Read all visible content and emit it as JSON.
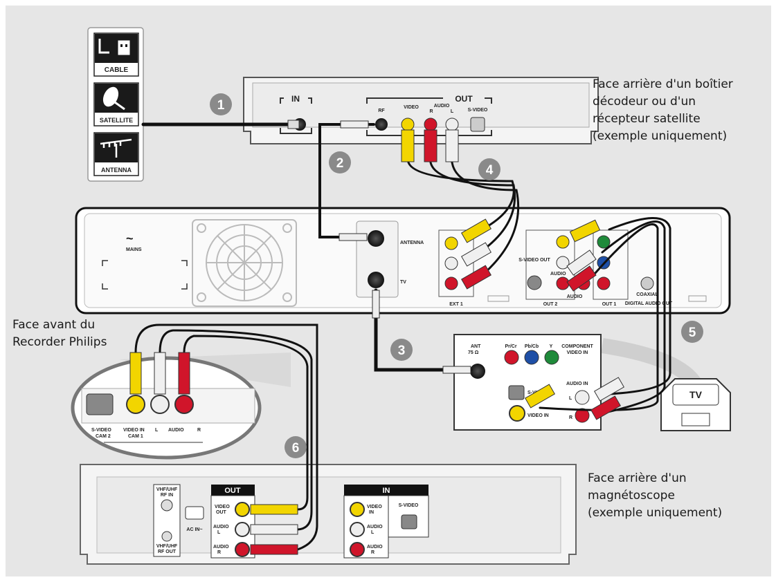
{
  "sources": {
    "cable": "CABLE",
    "satellite": "SATELLITE",
    "antenna": "ANTENNA"
  },
  "decoder": {
    "in_label": "IN",
    "out_label": "OUT",
    "rf": "RF",
    "video": "VIDEO",
    "audio": "AUDIO",
    "r": "R",
    "l": "L",
    "svideo": "S-VIDEO",
    "caption": [
      "Face arrière d'un boîtier",
      "décodeur ou d'un",
      "récepteur satellite",
      "(exemple uniquement)"
    ]
  },
  "recorder": {
    "mains": "MAINS",
    "mains_symbol": "~",
    "antenna": "ANTENNA",
    "tv": "TV",
    "exta1": "EXT 1",
    "out2": "OUT 2",
    "out1": "OUT 1",
    "audio": "AUDIO",
    "audio_out": "AUDIO",
    "svideo": "S-VIDEO OUT",
    "coaxial": "COAXIAL",
    "digital_audio_out": "DIGITAL AUDIO OUT",
    "front_caption": [
      "Face avant du",
      "Recorder Philips"
    ],
    "front_svideo": "S-VIDEO",
    "front_cam2": "CAM 2",
    "front_video_in": "VIDEO IN",
    "front_cam1": "CAM 1",
    "front_l": "L",
    "front_audio": "AUDIO",
    "front_r": "R"
  },
  "tv_panel": {
    "ant": "ANT",
    "ant_ohm": "75 Ω",
    "pr": "Pr/Cr",
    "pb": "Pb/Cb",
    "y": "Y",
    "component": "COMPONENT",
    "component2": "VIDEO IN",
    "svideo": "S-VIDEO",
    "audio_in": "AUDIO IN",
    "l": "L",
    "r": "R",
    "video_in": "VIDEO IN",
    "tv_label": "TV"
  },
  "vcr": {
    "vhf_in": "VHF/UHF",
    "rf_in": "RF IN",
    "vhf_out": "VHF/UHF",
    "rf_out": "RF OUT",
    "ac_in": "AC IN~",
    "out": "OUT",
    "in": "IN",
    "video_out": "VIDEO",
    "video_out2": "OUT",
    "video_in": "VIDEO",
    "video_in2": "IN",
    "audio": "AUDIO",
    "l": "L",
    "r": "R",
    "svideo": "S-VIDEO",
    "caption": [
      "Face arrière d'un",
      "magnétoscope",
      "(exemple uniquement)"
    ]
  },
  "steps": [
    "1",
    "2",
    "3",
    "4",
    "5",
    "6"
  ],
  "colors": {
    "background": "#e6e6e6",
    "yellow": "#f2d500",
    "red": "#d0152a",
    "white_plug": "#f0f0f0",
    "cable": "#111111",
    "badge": "#8a8a8a"
  }
}
